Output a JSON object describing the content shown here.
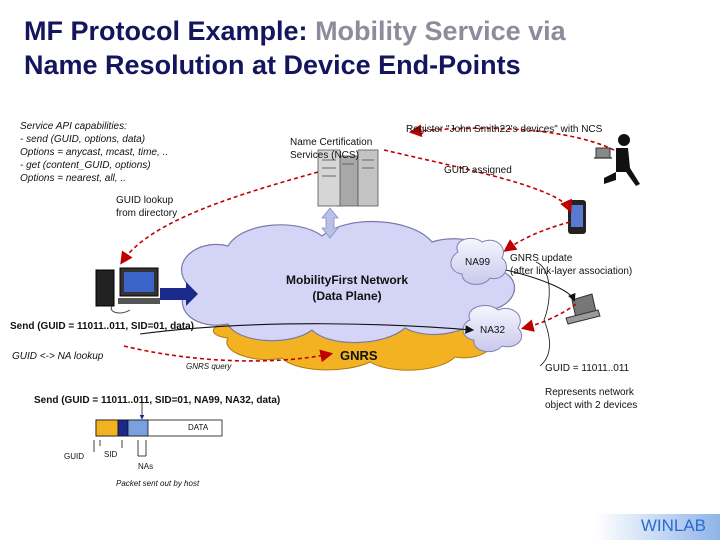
{
  "title": {
    "prefix": "MF Protocol Example:",
    "highlight": "Mobility Service via",
    "line2": "Name Resolution at Device End-Points"
  },
  "api_text": {
    "line1": "Service API capabilities:",
    "line2": "- send (GUID, options, data)",
    "line3": "Options = anycast, mcast, time, ..",
    "line4": "- get (content_GUID, options)",
    "line5": "Options = nearest, all, .."
  },
  "labels": {
    "ncs": "Name Certification\nServices (NCS)",
    "register": "Register \"John Smith22's devices\" with NCS",
    "guid_assigned": "GUID assigned",
    "guid_lookup": "GUID lookup\nfrom directory",
    "network": "MobilityFirst Network\n(Data Plane)",
    "na99": "NA99",
    "na32": "NA32",
    "gnrs_update": "GNRS update\n(after link-layer association)",
    "gnrs": "GNRS",
    "send1": "Send (GUID = 11011..011, SID=01, data)",
    "guid_na_lookup": "GUID <-> NA lookup",
    "gnrs_query": "GNRS query",
    "guid_value": "GUID = 11011..011",
    "send2": "Send (GUID = 11011..011, SID=01, NA99, NA32, data)",
    "represents": "Represents network\nobject with 2 devices",
    "data": "DATA",
    "guid": "GUID",
    "sid": "SID",
    "nas": "NAs",
    "packet": "Packet sent out by host",
    "winlab": "WINLAB"
  },
  "colors": {
    "title": "#15155e",
    "title_highlight": "#8c8c9c",
    "cloud": "#d4d4f6",
    "gnrs_cloud": "#f2b222",
    "arrow_red": "#c00000",
    "winlab": "#2a6ad0"
  }
}
